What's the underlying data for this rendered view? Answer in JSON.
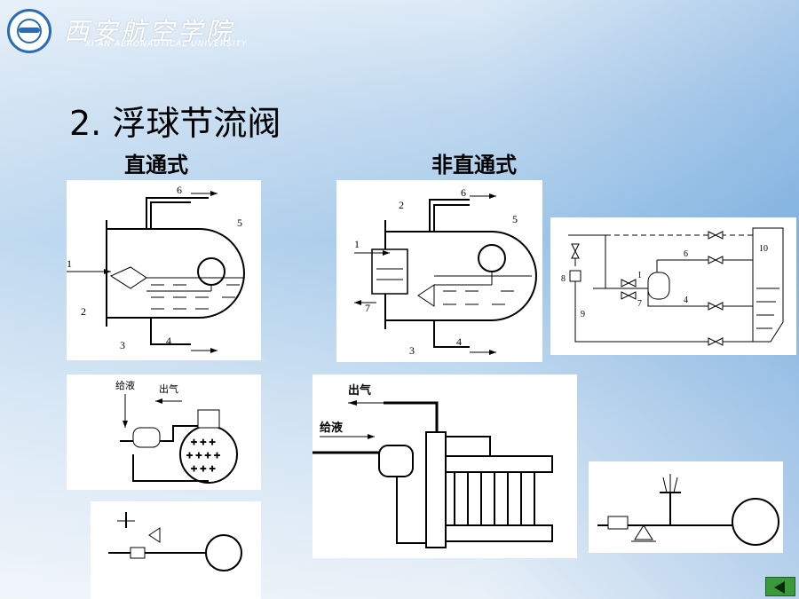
{
  "header": {
    "university_cn": "西安航空学院",
    "university_en": "XI'AN AERONAUTICAL UNIVERSITY"
  },
  "title": "2. 浮球节流阀",
  "labels": {
    "direct": "直通式",
    "indirect": "非直通式"
  },
  "diagram_direct": {
    "n1": "1",
    "n2": "2",
    "n3": "3",
    "n4": "4",
    "n5": "5",
    "n6": "6"
  },
  "diagram_indirect": {
    "n1": "1",
    "n2": "2",
    "n3": "3",
    "n4": "4",
    "n5": "5",
    "n6": "6",
    "n7": "7"
  },
  "diagram_system": {
    "n1": "1",
    "n4": "4",
    "n6": "6",
    "n7": "7",
    "n8": "8",
    "n9": "9",
    "n10": "10"
  },
  "diagram_photo_left": {
    "supply": "给液",
    "exhaust": "出气"
  },
  "diagram_photo_right": {
    "exhaust": "出气",
    "supply": "给液"
  },
  "nav": {
    "prev_icon": "triangle-left-icon"
  }
}
